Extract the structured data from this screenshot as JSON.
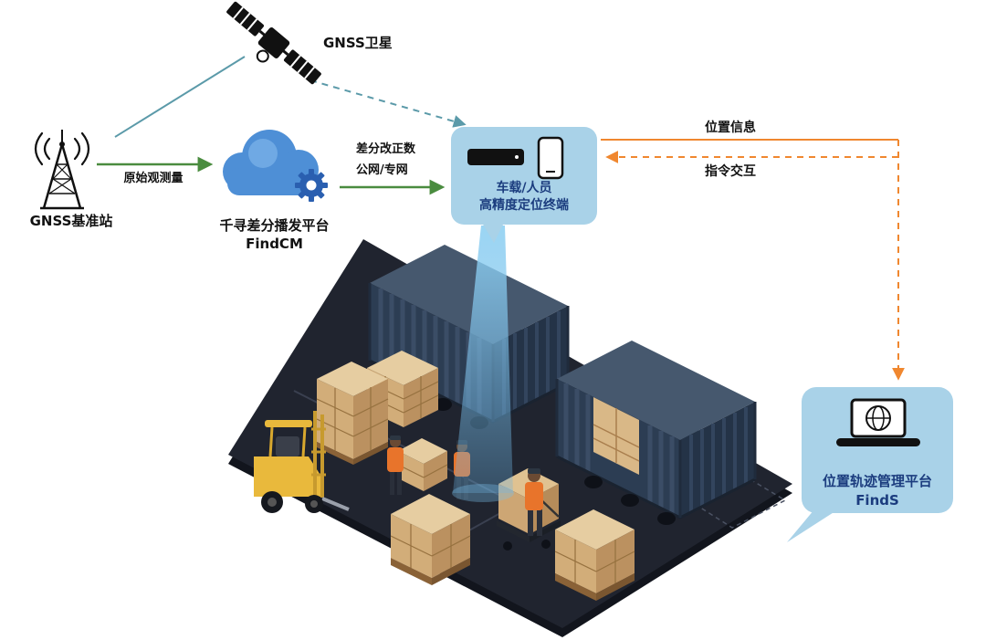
{
  "labels": {
    "satellite": "GNSS卫星",
    "base_station": "GNSS基准站",
    "raw_observation": "原始观测量",
    "cloud_platform_line1": "千寻差分播发平台",
    "cloud_platform_line2": "FindCM",
    "correction_line1": "差分改正数",
    "correction_line2": "公网/专网",
    "terminal_line1": "车载/人员",
    "terminal_line2": "高精度定位终端",
    "position_info": "位置信息",
    "command_interaction": "指令交互",
    "platform_line1": "位置轨迹管理平台",
    "platform_line2": "FindS"
  },
  "colors": {
    "green_arrow": "#4a8c3f",
    "teal_line": "#5b9aa9",
    "orange_arrow": "#f0872f",
    "panel_fill": "#a9d2e8",
    "panel_text": "#1b3c7e",
    "cloud_blue": "#4e8fd6",
    "gear_blue": "#2a5fb0",
    "ground_dark": "#20242f",
    "container_navy": "#2c3d53",
    "box_tan": "#d2ad79",
    "forklift_yellow": "#e9b93c",
    "vest_orange": "#e8742b",
    "beam_blue": "#7cc0ea",
    "label_black": "#111111"
  }
}
